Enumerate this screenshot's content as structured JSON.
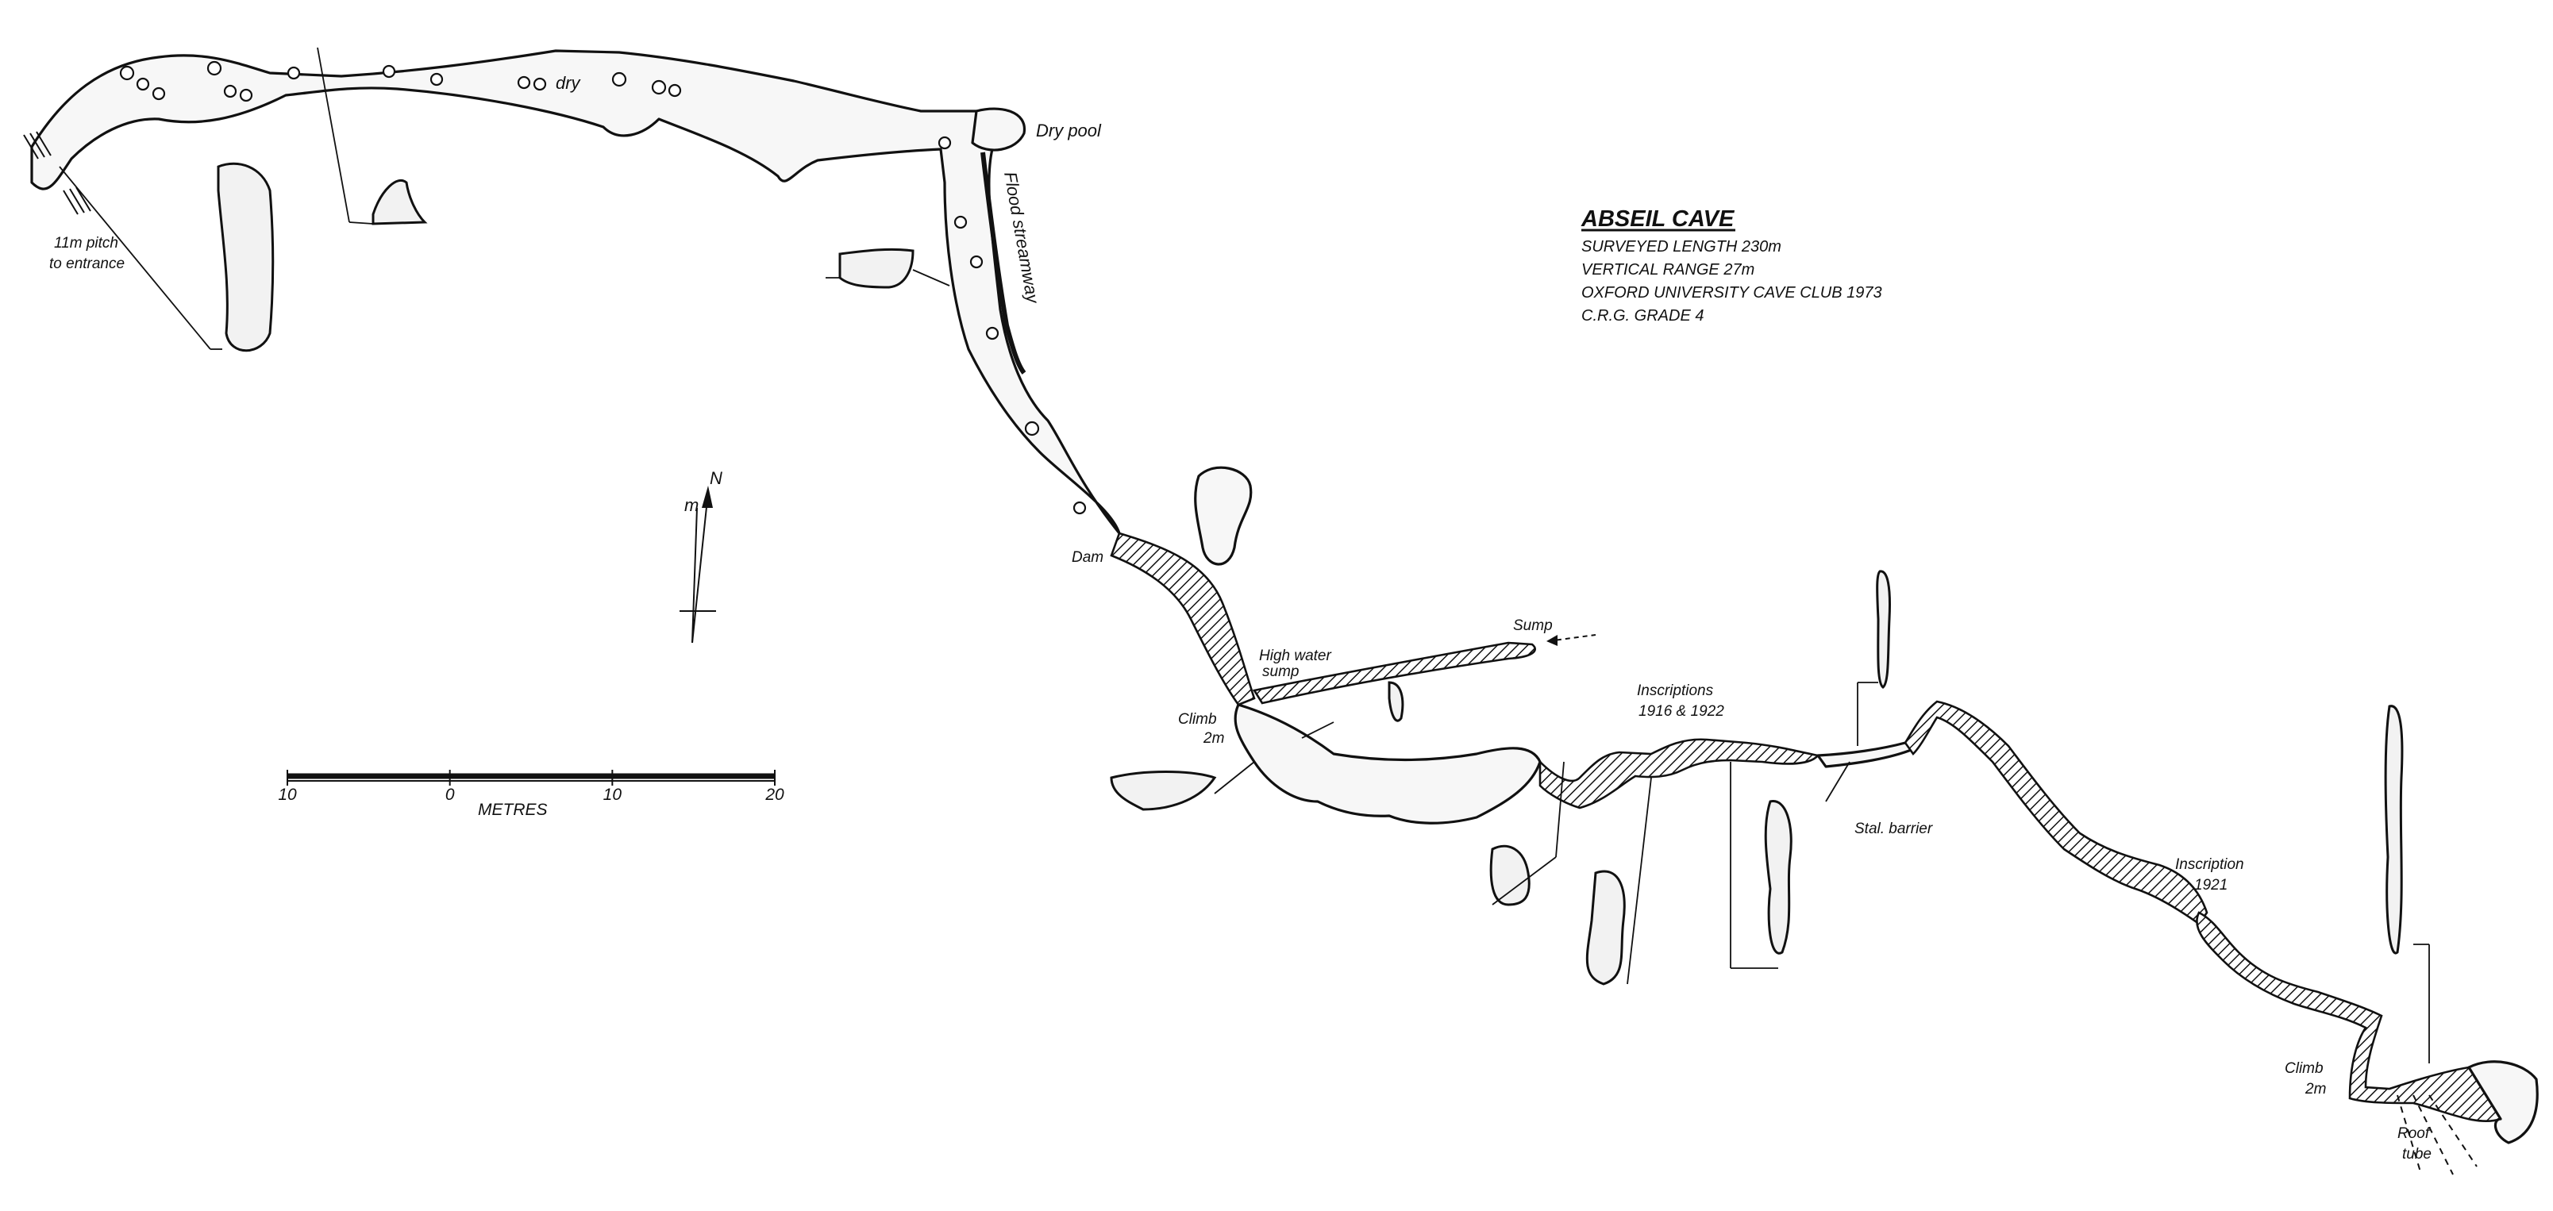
{
  "title": "ABSEIL CAVE",
  "info_lines": [
    "SURVEYED LENGTH 230m",
    "VERTICAL RANGE 27m",
    "OXFORD UNIVERSITY CAVE CLUB 1973",
    "C.R.G. GRADE 4"
  ],
  "labels": {
    "pitch": [
      "11m pitch",
      "to entrance"
    ],
    "dry": "dry",
    "dry_pool": "Dry pool",
    "flood_streamway": "Flood streamway",
    "dam": "Dam",
    "high_water_sump": [
      "High water",
      "sump"
    ],
    "sump": "Sump",
    "climb_1": [
      "Climb",
      "2m"
    ],
    "inscriptions": [
      "Inscriptions",
      "1916 & 1922"
    ],
    "stal_barrier": "Stal. barrier",
    "inscription": [
      "Inscription",
      "1921"
    ],
    "climb_2": [
      "Climb",
      "2m"
    ],
    "roof_tube": [
      "Roof",
      "tube"
    ]
  },
  "north_arrow": {
    "north_label": "N",
    "magnetic_label": "m"
  },
  "scale_bar": {
    "ticks": [
      {
        "value": -10,
        "label": "10"
      },
      {
        "value": 0,
        "label": "0"
      },
      {
        "value": 10,
        "label": "10"
      },
      {
        "value": 20,
        "label": "20"
      }
    ],
    "unit": "METRES"
  },
  "colors": {
    "ink": "#111111",
    "paper": "#ffffff"
  }
}
